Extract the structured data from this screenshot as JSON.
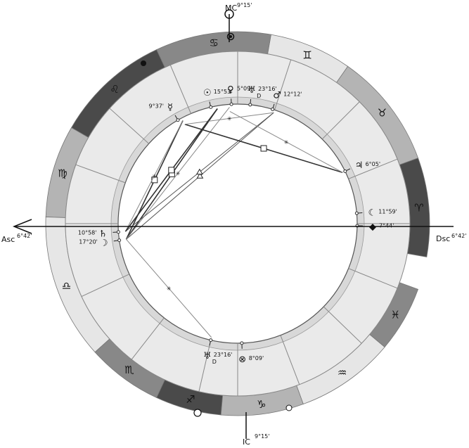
{
  "chart_title": "",
  "zodiac": [
    {
      "sign": "Aries",
      "glyph": "♈",
      "shade": "#4a4a4a",
      "start": -20,
      "end": 10
    },
    {
      "sign": "Taurus",
      "glyph": "♉",
      "shade": "#b4b4b4",
      "start": -55,
      "end": -20
    },
    {
      "sign": "Gemini",
      "glyph": "♊",
      "shade": "#e6e6e6",
      "start": -80,
      "end": -55
    },
    {
      "sign": "Cancer",
      "glyph": "♋",
      "shade": "#888888",
      "start": -115,
      "end": -80
    },
    {
      "sign": "Leo",
      "glyph": "♌",
      "shade": "#4a4a4a",
      "start": -150,
      "end": -115
    },
    {
      "sign": "Virgo",
      "glyph": "♍",
      "shade": "#b4b4b4",
      "start": -178,
      "end": -150
    },
    {
      "sign": "Libra",
      "glyph": "♎",
      "shade": "#e6e6e6",
      "start": -222,
      "end": -178
    },
    {
      "sign": "Scorpio",
      "glyph": "♏",
      "shade": "#888888",
      "start": -245,
      "end": -222
    },
    {
      "sign": "Sagittarius",
      "glyph": "♐",
      "shade": "#4a4a4a",
      "start": -265,
      "end": -245
    },
    {
      "sign": "Capricorn",
      "glyph": "♑",
      "shade": "#b4b4b4",
      "start": -290,
      "end": -265
    },
    {
      "sign": "Aquarius",
      "glyph": "♒",
      "shade": "#e6e6e6",
      "start": -320,
      "end": -290
    },
    {
      "sign": "Pisces",
      "glyph": "♓",
      "shade": "#888888",
      "start": -340,
      "end": -320
    }
  ],
  "houses": [
    {
      "angle": 0
    },
    {
      "angle": -22
    },
    {
      "angle": -45
    },
    {
      "angle": -72
    },
    {
      "angle": -90
    },
    {
      "angle": -113
    },
    {
      "angle": -138
    },
    {
      "angle": -160
    },
    {
      "angle": -180
    },
    {
      "angle": -205
    },
    {
      "angle": -232
    },
    {
      "angle": -257
    },
    {
      "angle": -270
    },
    {
      "angle": -291
    },
    {
      "angle": -316
    },
    {
      "angle": -338
    }
  ],
  "axes": {
    "asc": {
      "name": "Asc",
      "deg": "6°42'"
    },
    "dsc": {
      "name": "Dsc",
      "deg": "6°42'"
    },
    "mc": {
      "name": "MC",
      "deg": "9°15'"
    },
    "ic": {
      "name": "IC",
      "deg": "9°15'"
    }
  },
  "planets": [
    {
      "name": "Sun",
      "glyph": "☉",
      "deg": "15°53'",
      "retro": "",
      "angle": -103
    },
    {
      "name": "Venus",
      "glyph": "♀",
      "deg": "5°09'",
      "retro": "",
      "angle": -93
    },
    {
      "name": "Uranus",
      "glyph": "♅",
      "deg": "23°16'",
      "retro": "D",
      "angle": -84
    },
    {
      "name": "Mars",
      "glyph": "♂",
      "deg": "12°12'",
      "retro": "",
      "angle": -73
    },
    {
      "name": "Mercury",
      "glyph": "☿",
      "deg": "9°37'",
      "retro": "",
      "angle": -120
    },
    {
      "name": "Jupiter",
      "glyph": "♃",
      "deg": "6°05'",
      "retro": "",
      "angle": -26
    },
    {
      "name": "Moon node",
      "glyph": "☾",
      "deg": "11°59'",
      "retro": "",
      "angle": -5
    },
    {
      "name": "Black Moon",
      "glyph": "◆",
      "deg": "7°44'",
      "retro": "",
      "angle": 1
    },
    {
      "name": "Saturn",
      "glyph": "♄",
      "deg": "10°58'",
      "retro": "",
      "angle": 176
    },
    {
      "name": "Moon",
      "glyph": "☽",
      "deg": "17°20'",
      "retro": "",
      "angle": 172
    },
    {
      "name": "Uranus south",
      "glyph": "♅",
      "deg": "23°16'",
      "retro": "D",
      "angle": 103
    },
    {
      "name": "Part of Fortune",
      "glyph": "⊗",
      "deg": "8°09'",
      "retro": "",
      "angle": 88
    }
  ],
  "aspects": [
    {
      "from": 172,
      "to": -118,
      "type": "square",
      "color": "#333333"
    },
    {
      "from": 172,
      "to": -100,
      "type": "square",
      "color": "#333333"
    },
    {
      "from": 172,
      "to": -72,
      "type": "trine",
      "color": "#555555"
    },
    {
      "from": 172,
      "to": -94,
      "type": "sextile",
      "color": "#888888"
    },
    {
      "from": 176,
      "to": -118,
      "type": "sextile",
      "color": "#888888"
    },
    {
      "from": 176,
      "to": -72,
      "type": "trine",
      "color": "#555555"
    },
    {
      "from": -118,
      "to": -26,
      "type": "square",
      "color": "#333333"
    },
    {
      "from": -118,
      "to": -72,
      "type": "sextile",
      "color": "#888888"
    },
    {
      "from": -94,
      "to": -26,
      "type": "sextile",
      "color": "#888888"
    },
    {
      "from": 172,
      "to": 103,
      "type": "sextile",
      "color": "#888888"
    },
    {
      "from": 176,
      "to": -100,
      "type": "square",
      "color": "#333333"
    }
  ]
}
